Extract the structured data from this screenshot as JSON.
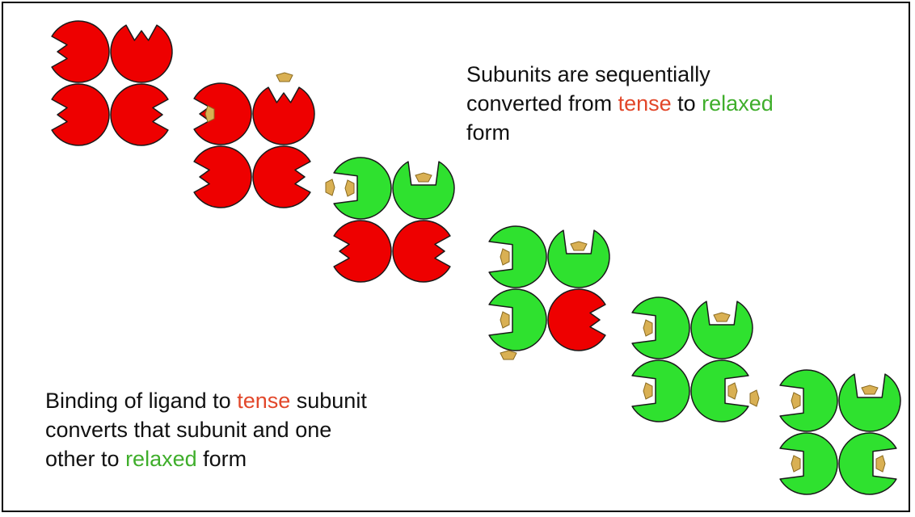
{
  "caption_top": {
    "line1": "Subunits are sequentially",
    "line2_before": "converted from ",
    "line2_tense": "tense",
    "line2_middle": " to ",
    "line2_relaxed": "relaxed",
    "line3": "form"
  },
  "caption_bottom": {
    "line1_before": "Binding of ligand to ",
    "line1_tense": "tense",
    "line1_after": " subunit",
    "line2": "converts that subunit and one",
    "line3_before": "other to ",
    "line3_relaxed": "relaxed",
    "line3_after": " form"
  },
  "colors": {
    "tense": "#ee0000",
    "relaxed": "#2fe12f",
    "ligand": "#d9b053",
    "outline": "#1a1a1a"
  },
  "stages": [
    {
      "subunits": [
        "tense",
        "tense",
        "tense",
        "tense"
      ],
      "ligands": 0
    },
    {
      "subunits": [
        "tense",
        "tense",
        "tense",
        "tense"
      ],
      "ligands": 1
    },
    {
      "subunits": [
        "relaxed",
        "relaxed",
        "tense",
        "tense"
      ],
      "ligands": 2
    },
    {
      "subunits": [
        "relaxed",
        "relaxed",
        "relaxed",
        "tense"
      ],
      "ligands": 3
    },
    {
      "subunits": [
        "relaxed",
        "relaxed",
        "relaxed",
        "relaxed"
      ],
      "ligands": 4
    },
    {
      "subunits": [
        "relaxed",
        "relaxed",
        "relaxed",
        "relaxed"
      ],
      "ligands": 4
    }
  ]
}
